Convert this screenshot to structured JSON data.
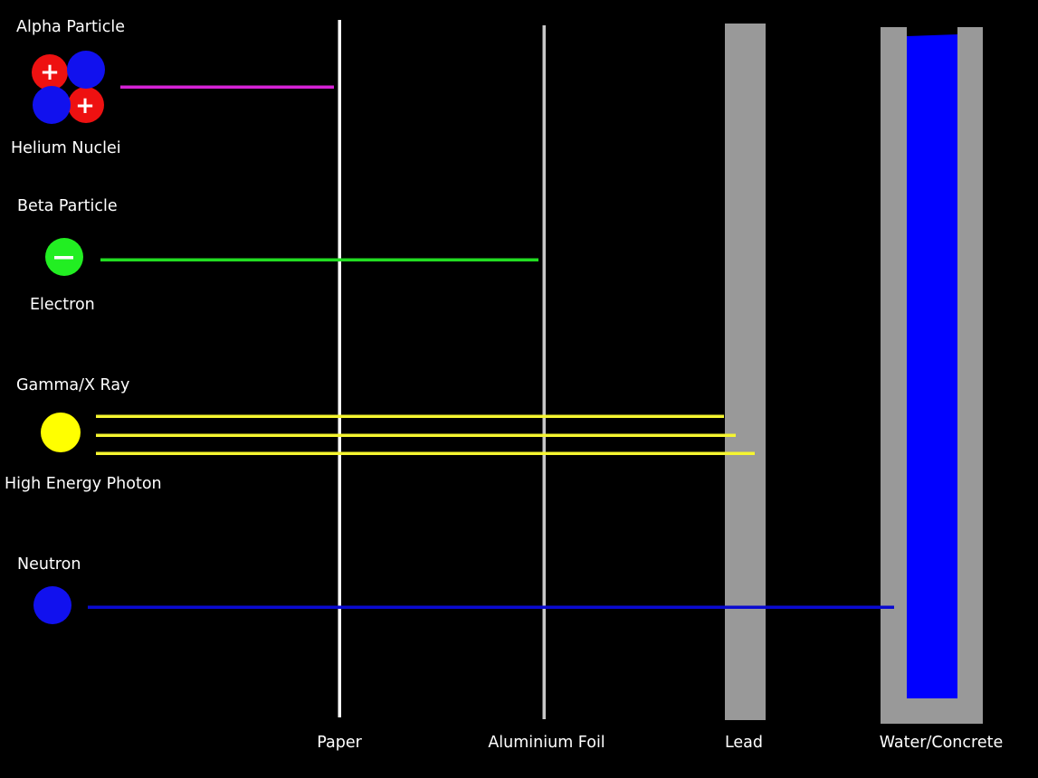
{
  "particles": {
    "alpha": {
      "title": "Alpha Particle",
      "subtitle": "Helium Nuclei",
      "charge_symbol": "+",
      "color": "#d522d5"
    },
    "beta": {
      "title": "Beta Particle",
      "subtitle": "Electron",
      "charge_symbol": "−",
      "color": "#22dd22"
    },
    "gamma": {
      "title": "Gamma/X Ray",
      "subtitle": "High Energy Photon",
      "color": "#f5f530"
    },
    "neutron": {
      "title": "Neutron",
      "color": "#0a0ad0"
    }
  },
  "barriers": {
    "paper": "Paper",
    "aluminium": "Aluminium Foil",
    "lead": "Lead",
    "water_concrete": "Water/Concrete"
  }
}
